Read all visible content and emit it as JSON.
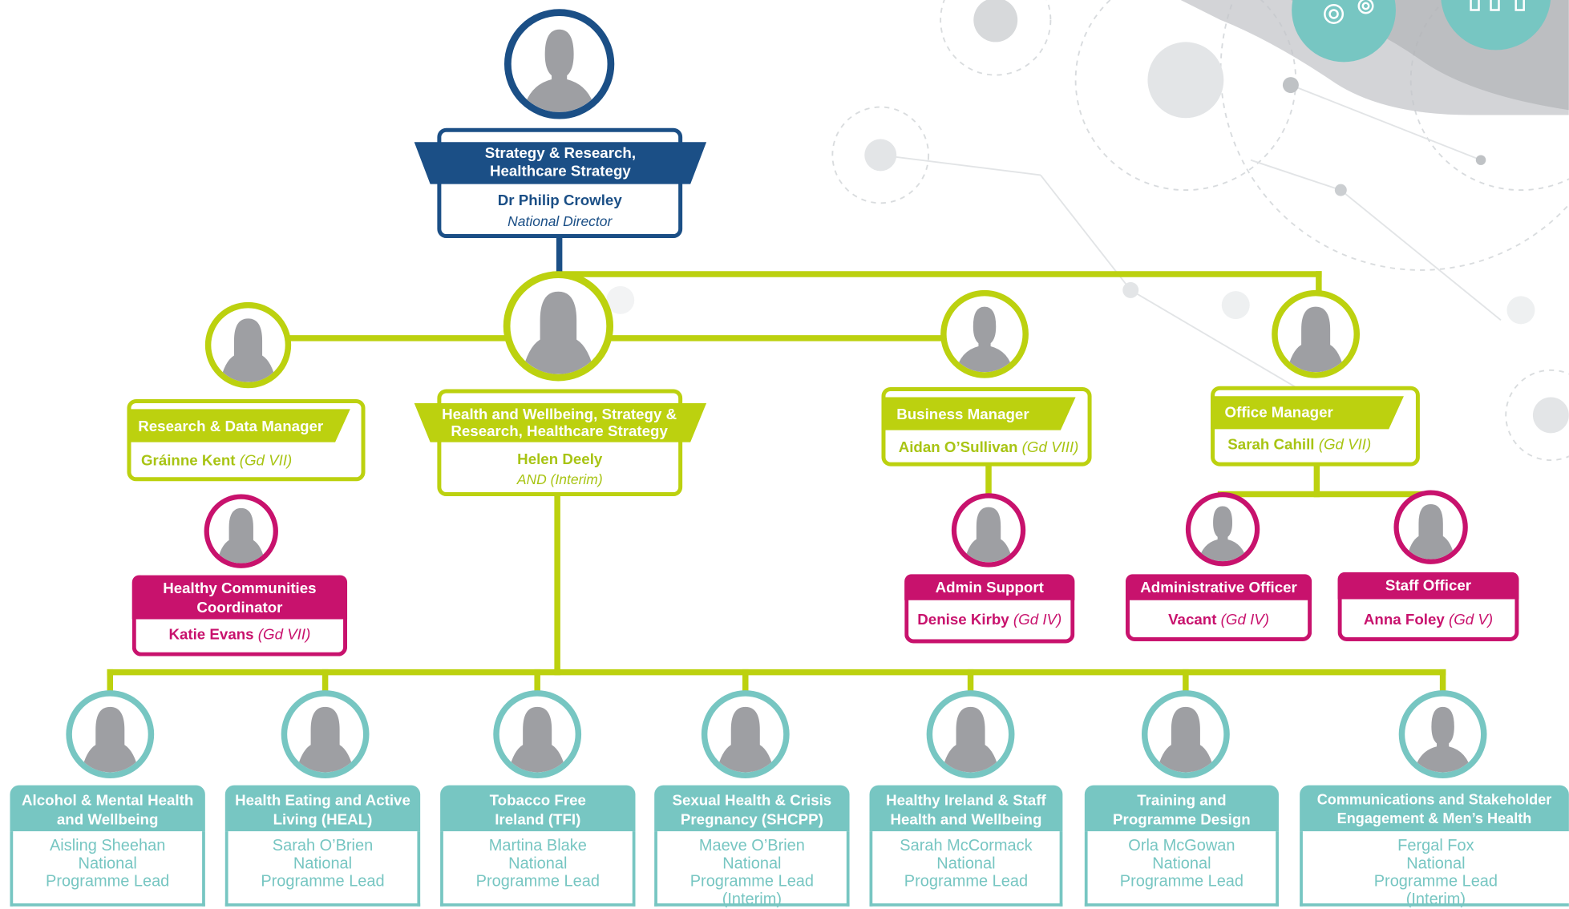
{
  "colors": {
    "navy": "#1b4f86",
    "lime": "#bcd10f",
    "magenta": "#c8126d",
    "teal": "#77c6c2",
    "avatar_grey": "#9e9fa3"
  },
  "director": {
    "title": "Strategy & Research, Healthcare Strategy",
    "name": "Dr Philip Crowley",
    "role": "National Director"
  },
  "and": {
    "title": "Health and Wellbeing, Strategy & Research, Healthcare Strategy",
    "name": "Helen Deely",
    "role": "AND (Interim)"
  },
  "managers": [
    {
      "title": "Research & Data Manager",
      "name": "Gráinne Kent",
      "grade": "(Gd VII)"
    },
    {
      "title": "Business Manager",
      "name": "Aidan O’Sullivan",
      "grade": "(Gd VIII)"
    },
    {
      "title": "Office Manager",
      "name": "Sarah Cahill",
      "grade": "(Gd VII)"
    }
  ],
  "support": [
    {
      "title": "Healthy Communities Coordinator",
      "name": "Katie Evans",
      "grade": "(Gd VII)"
    },
    {
      "title": "Admin Support",
      "name": "Denise Kirby",
      "grade": "(Gd IV)"
    },
    {
      "title": "Administrative Officer",
      "name": "Vacant",
      "grade": "(Gd IV)"
    },
    {
      "title": "Staff Officer",
      "name": "Anna Foley",
      "grade": "(Gd V)"
    }
  ],
  "programmes": [
    {
      "title": "Alcohol & Mental Health and Wellbeing",
      "name": "Aisling Sheehan",
      "role": "National Programme Lead"
    },
    {
      "title": "Health Eating and Active Living (HEAL)",
      "name": "Sarah O’Brien",
      "role": "National Programme Lead"
    },
    {
      "title": "Tobacco Free Ireland (TFI)",
      "name": "Martina Blake",
      "role": "National Programme Lead"
    },
    {
      "title": "Sexual Health & Crisis Pregnancy (SHCPP)",
      "name": "Maeve O’Brien",
      "role": "National Programme Lead (Interim)"
    },
    {
      "title": "Healthy Ireland & Staff Health and Wellbeing",
      "name": "Sarah McCormack",
      "role": "National Programme Lead"
    },
    {
      "title": "Training and Programme Design",
      "name": "Orla McGowan",
      "role": "National Programme Lead"
    },
    {
      "title": "Communications and Stakeholder Engagement & Men’s Health",
      "name": "Fergal Fox",
      "role": "National Programme Lead (Interim)"
    }
  ]
}
